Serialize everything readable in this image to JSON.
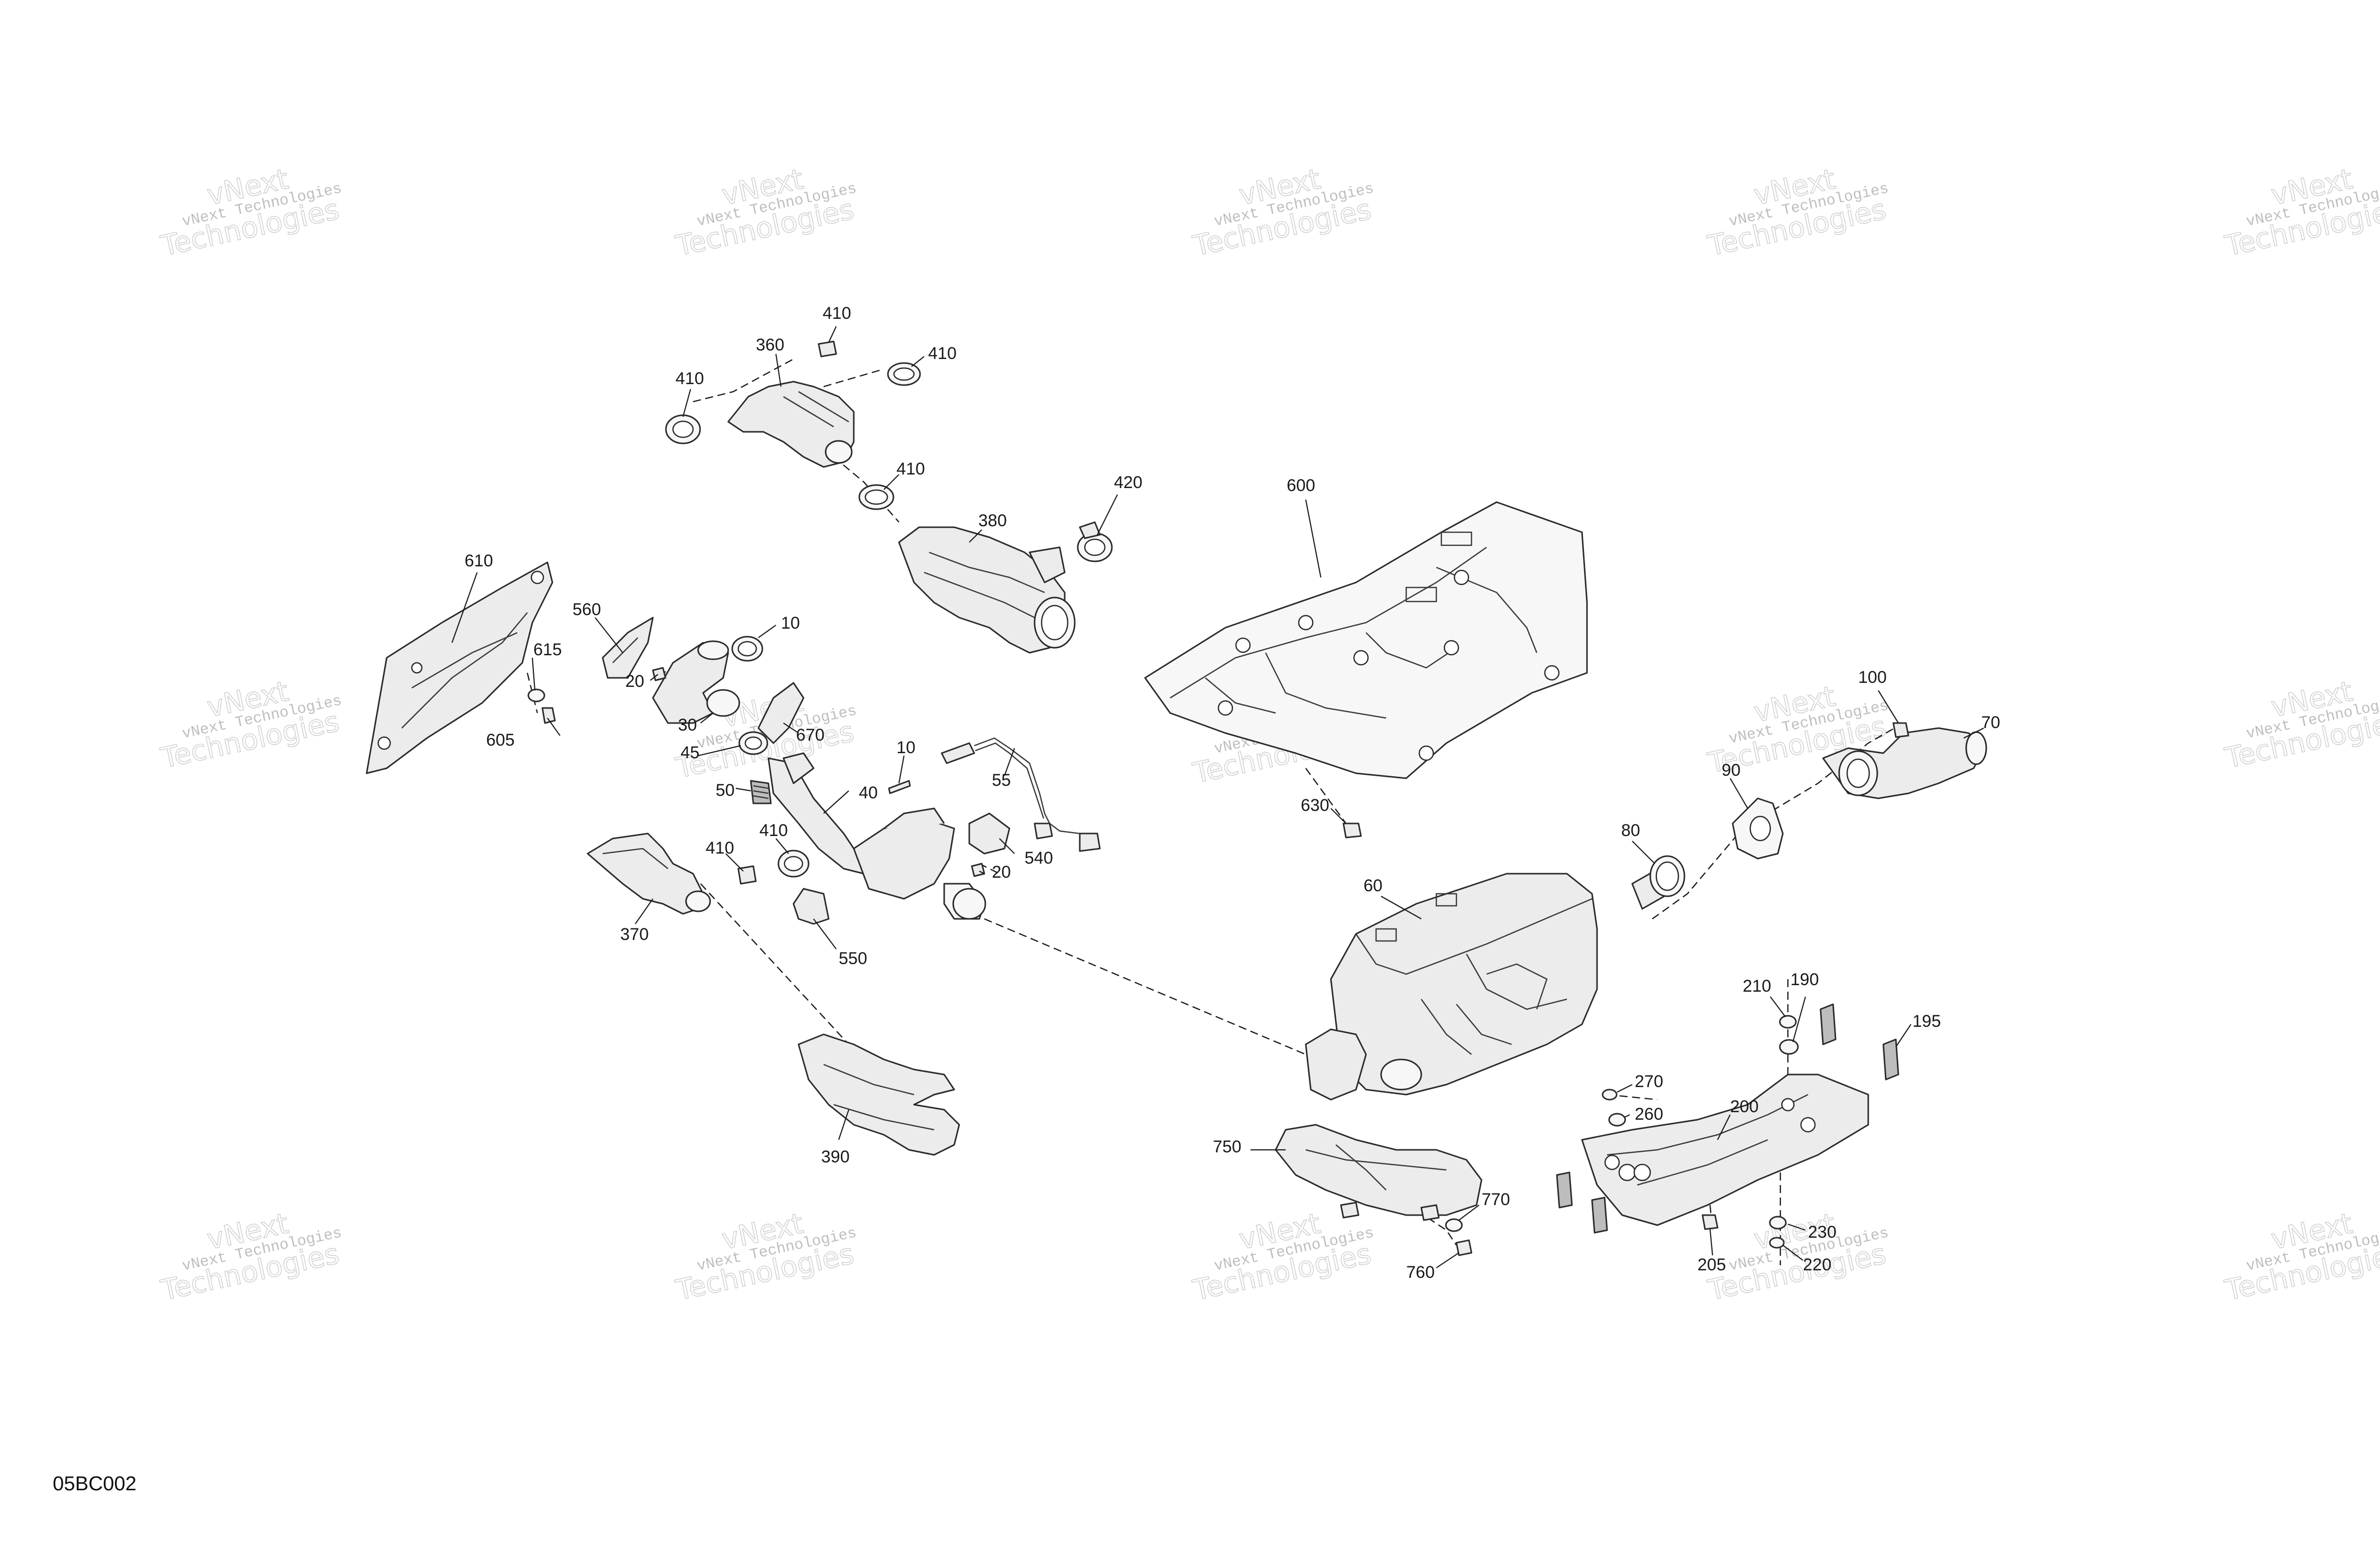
{
  "drawing_id": "05BC002",
  "watermark": {
    "line1": "vNext Technologies",
    "line2": "vNext",
    "line3": "Technologies"
  },
  "callouts": [
    "610",
    "615",
    "605",
    "560",
    "20",
    "30",
    "45",
    "50",
    "670",
    "10",
    "410",
    "360",
    "380",
    "420",
    "40",
    "55",
    "540",
    "370",
    "550",
    "390",
    "600",
    "630",
    "100",
    "70",
    "90",
    "80",
    "60",
    "210",
    "190",
    "195",
    "270",
    "260",
    "200",
    "750",
    "770",
    "760",
    "205",
    "220",
    "230"
  ]
}
